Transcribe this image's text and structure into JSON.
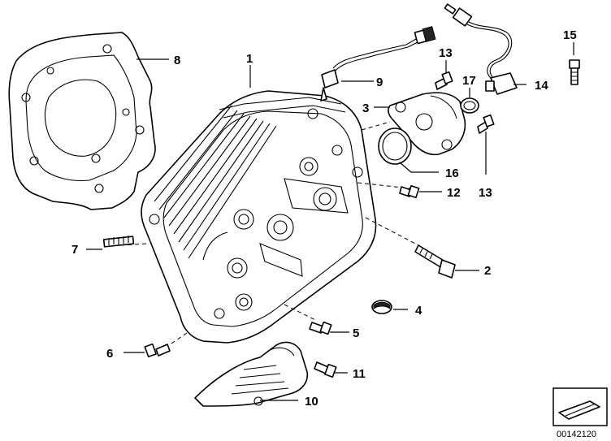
{
  "diagram": {
    "callouts": [
      "1",
      "2",
      "3",
      "4",
      "5",
      "6",
      "7",
      "8",
      "9",
      "10",
      "11",
      "12",
      "13",
      "13",
      "14",
      "15",
      "16",
      "17"
    ],
    "reference_code": "00142120"
  }
}
